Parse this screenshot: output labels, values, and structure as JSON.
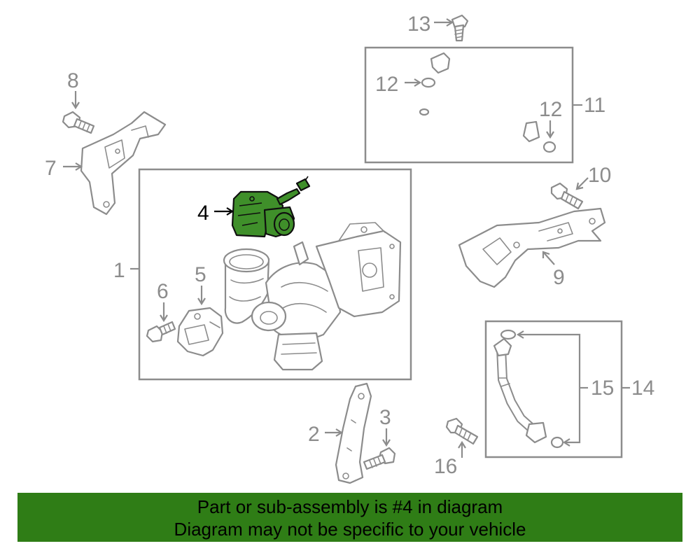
{
  "callouts": {
    "c1": "1",
    "c2": "2",
    "c3": "3",
    "c4": "4",
    "c5": "5",
    "c6": "6",
    "c7": "7",
    "c8": "8",
    "c9": "9",
    "c10": "10",
    "c11": "11",
    "c12a": "12",
    "c12b": "12",
    "c13": "13",
    "c14": "14",
    "c15": "15",
    "c16": "16"
  },
  "highlighted_part": "4",
  "colors": {
    "highlight": "#3f8f2a",
    "banner": "#2f7d16",
    "linework": "#8c8c8c"
  },
  "footer": {
    "line1": "Part or sub-assembly is #4 in diagram",
    "line2": "Diagram may not be specific to your vehicle"
  }
}
